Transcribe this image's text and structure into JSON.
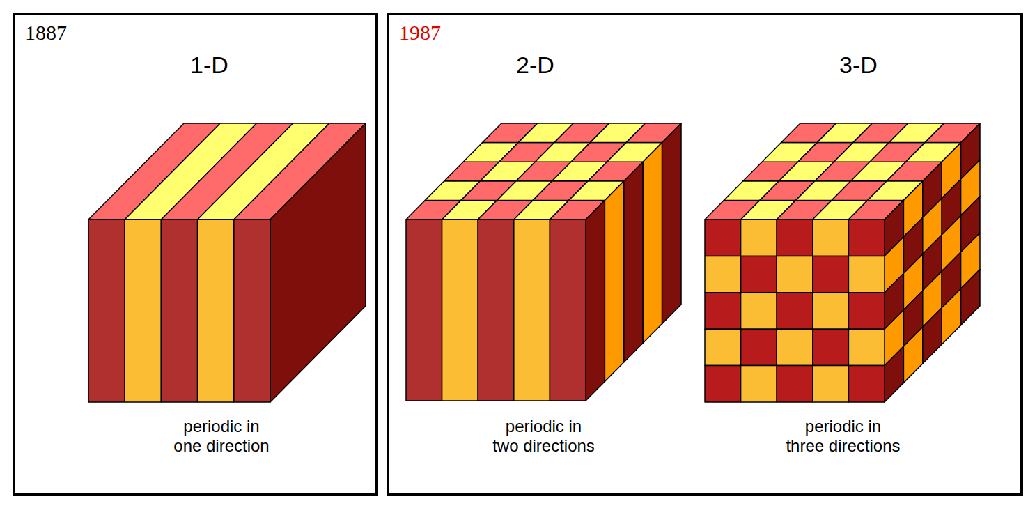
{
  "diagram": {
    "nodes": [
      {
        "text": [
          "1887"
        ]
      },
      {
        "text": [
          "1987"
        ]
      }
    ],
    "labels": [
      "1-D",
      "periodic in one direction",
      "2-D",
      "periodic in two directions",
      "3-D",
      "periodic in three directions"
    ]
  }
}
